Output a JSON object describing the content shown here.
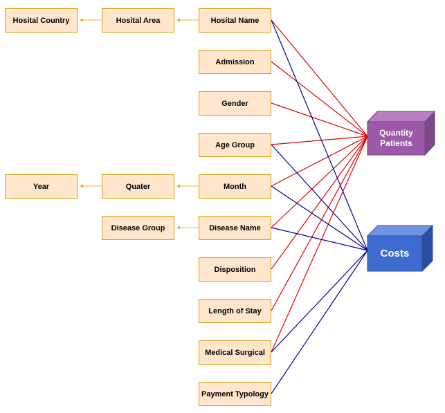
{
  "dimensions": {
    "hospital_name": "Hosital Name",
    "hospital_area": "Hosital Area",
    "hospital_country": "Hosital Country",
    "admission": "Admission",
    "gender": "Gender",
    "age_group": "Age Group",
    "month": "Month",
    "quarter": "Quater",
    "year": "Year",
    "disease_name": "Disease Name",
    "disease_group": "Disease Group",
    "disposition": "Disposition",
    "length_of_stay": "Length of Stay",
    "medical_surgical": "Medical Surgical",
    "payment_typology": "Payment Typology"
  },
  "facts": {
    "quantity_patients": "Quantity Patients",
    "costs": "Costs"
  },
  "colors": {
    "box_fill": "#ffe6cc",
    "box_border": "#d79b00",
    "hierarchy_arrow": "#e8a317",
    "quantity_link": "#e00000",
    "costs_link": "#000099",
    "quantity_cube": "#9b59a8",
    "costs_cube": "#3d6bcf"
  }
}
